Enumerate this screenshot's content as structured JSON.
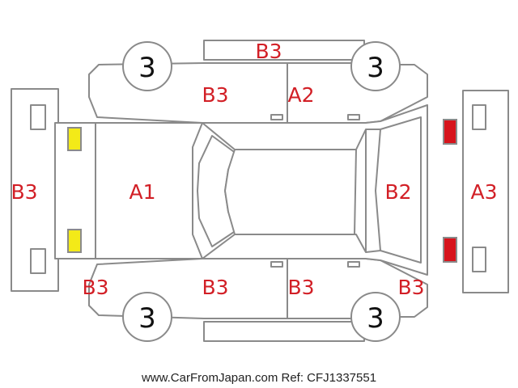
{
  "colors": {
    "code_text": "#d21f26",
    "outline": "#8a8a8a",
    "headlight": "#f3ea18",
    "taillight": "#d7141c"
  },
  "codes": {
    "roof_top": "B3",
    "front_bumper": "B3",
    "hood": "A1",
    "rear_door_glass": "B2",
    "rear_bumper": "A3",
    "right_front_door": "B3",
    "right_rear_door": "A2",
    "left_front_fender": "B3",
    "left_front_door": "B3",
    "left_rear_door": "B3",
    "left_rear_fender": "B3"
  },
  "wheels": {
    "front_right": "3",
    "rear_right": "3",
    "front_left": "3",
    "rear_left": "3"
  },
  "footer": "www.CarFromJapan.com Ref: CFJ1337551"
}
